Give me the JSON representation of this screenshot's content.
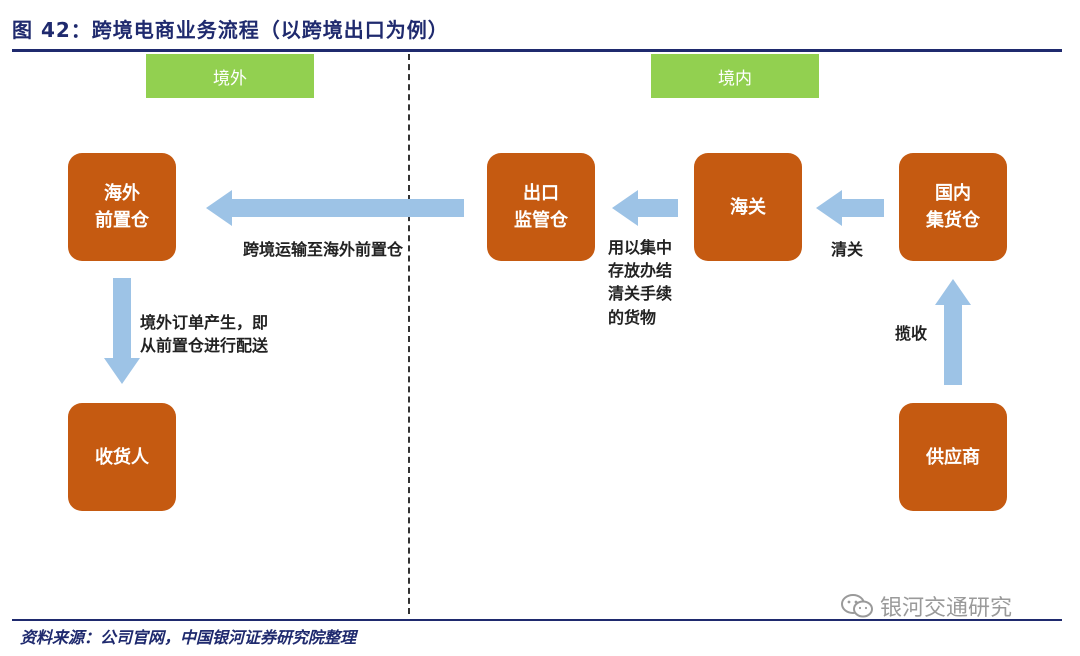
{
  "title": "图 42：跨境电商业务流程（以跨境出口为例）",
  "regions": {
    "overseas": "境外",
    "domestic": "境内"
  },
  "nodes": {
    "overseas_warehouse": [
      "海外",
      "前置仓"
    ],
    "export_warehouse": [
      "出口",
      "监管仓"
    ],
    "customs": "海关",
    "domestic_warehouse": [
      "国内",
      "集货仓"
    ],
    "recipient": "收货人",
    "supplier": "供应商"
  },
  "edge_labels": {
    "cross_border_transport": "跨境运输至海外前置仓",
    "order_delivery": [
      "境外订单产生，即",
      "从前置仓进行配送"
    ],
    "consolidated_clearance": [
      "用以集中",
      "存放办结",
      "清关手续",
      "的货物"
    ],
    "clearance": "清关",
    "collect": "揽收"
  },
  "source": "资料来源：公司官网，中国银河证券研究院整理",
  "watermark": "银河交通研究",
  "colors": {
    "node": "#c55a11",
    "region": "#92d050",
    "arrow": "#9dc3e6",
    "rule": "#1f2a6e"
  }
}
